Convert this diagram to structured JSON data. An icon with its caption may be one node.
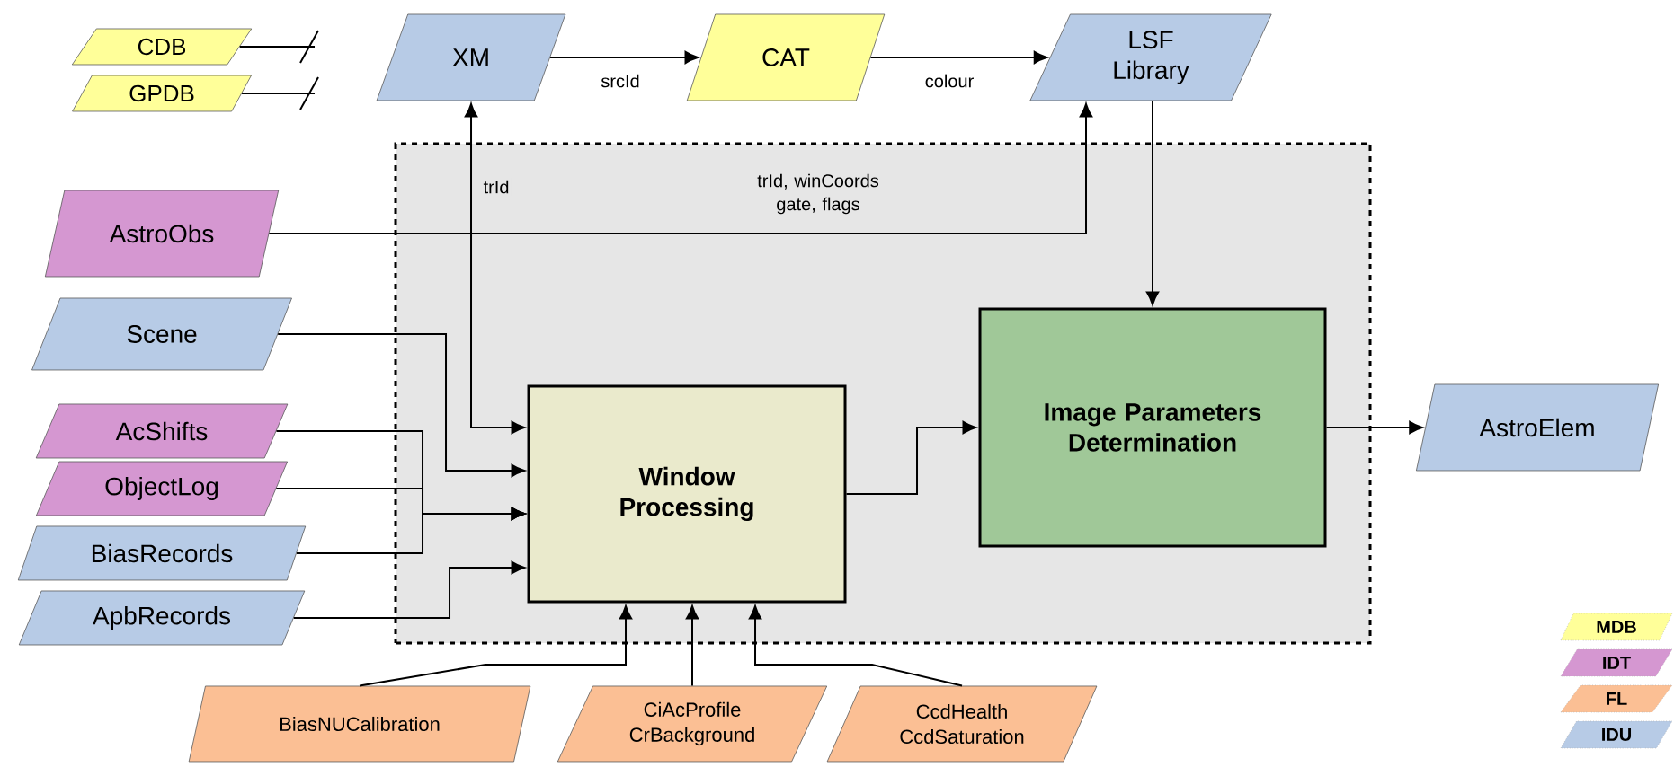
{
  "diagram": {
    "nodes": [
      {
        "text": [
          "CDB"
        ]
      },
      {
        "text": [
          "GPDB"
        ]
      },
      {
        "text": [
          "XM"
        ]
      },
      {
        "text": [
          "CAT"
        ]
      },
      {
        "text": [
          "LSF Library"
        ]
      },
      {
        "text": [],
        "shape": "box"
      },
      {
        "text": [
          "AstroObs"
        ]
      },
      {
        "text": [
          "Scene"
        ]
      },
      {
        "text": [
          "AcShifts"
        ]
      },
      {
        "text": [
          "ObjectLog"
        ]
      },
      {
        "text": [
          "BiasRecords"
        ]
      },
      {
        "text": [
          "ApbRecords"
        ]
      },
      {
        "text": [
          "Window Processing"
        ],
        "in": 5
      },
      {
        "text": [
          "Image Parameters Determination"
        ],
        "in": 5
      },
      {
        "text": [
          "AstroElem"
        ]
      },
      {
        "text": [
          "BiasNUCalibration"
        ]
      },
      {
        "text": [
          "CiAcProfile",
          "CrBackground"
        ]
      },
      {
        "text": [
          "CcdHealth",
          "CcdSaturation"
        ]
      }
    ],
    "edges": [
      {
        "from": 0,
        "to": null,
        "arrow": "none"
      },
      {
        "from": 1,
        "to": null,
        "arrow": "none"
      },
      {
        "from": 2,
        "to": 3,
        "arrow": "to",
        "label": "srcId"
      },
      {
        "from": 3,
        "to": 4,
        "arrow": "to",
        "label": "colour"
      },
      {
        "from": 12,
        "to": 2,
        "arrow": "both",
        "label": "trId"
      },
      {
        "from": 6,
        "to": 4,
        "arrow": "to",
        "label": "trId, winCoords gate, flags"
      },
      {
        "from": 4,
        "to": 13,
        "arrow": "to"
      },
      {
        "from": 7,
        "to": 12,
        "arrow": "to"
      },
      {
        "from": 8,
        "to": 12,
        "arrow": "to"
      },
      {
        "from": 9,
        "to": 12,
        "arrow": "to"
      },
      {
        "from": 10,
        "to": 12,
        "arrow": "to"
      },
      {
        "from": 11,
        "to": 12,
        "arrow": "to"
      },
      {
        "from": 12,
        "to": 13,
        "arrow": "to"
      },
      {
        "from": 13,
        "to": 14,
        "arrow": "to"
      },
      {
        "from": 15,
        "to": 12,
        "arrow": "to"
      },
      {
        "from": 16,
        "to": 12,
        "arrow": "to"
      },
      {
        "from": 17,
        "to": 12,
        "arrow": "to"
      }
    ],
    "legend": [
      {
        "text": "MDB",
        "color": "#ffff99"
      },
      {
        "text": "IDT",
        "color": "#d597d1"
      },
      {
        "text": "FL",
        "color": "#fbbf94"
      },
      {
        "text": "IDU",
        "color": "#b7cbe6"
      }
    ]
  }
}
